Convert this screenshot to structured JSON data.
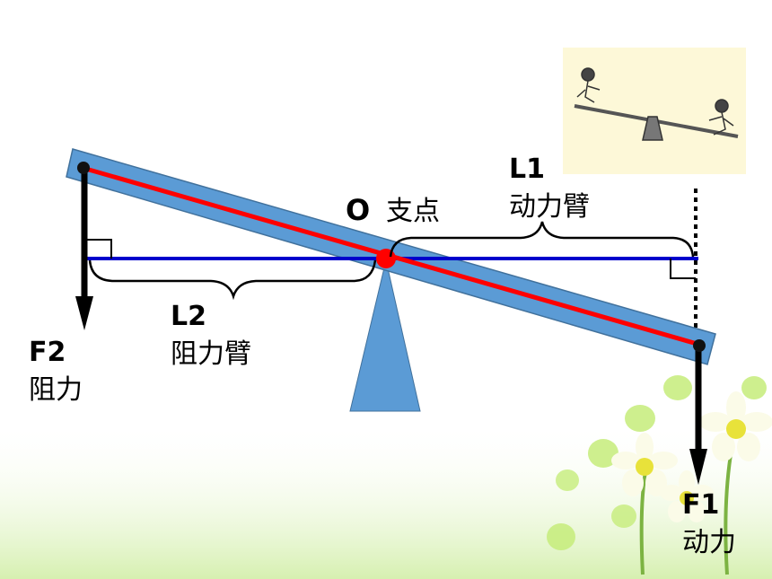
{
  "colors": {
    "lever": "#5b9bd5",
    "lever_stroke": "#41719c",
    "moment_line": "#ff0000",
    "horizontal_line": "#0000cc",
    "fulcrum": "#5b9bd5",
    "arrow": "#000000",
    "inset_bg": "#fdf8d8",
    "ground_green": "#d6f0b0"
  },
  "labels": {
    "fulcrum_letter": "O",
    "fulcrum_name": "支点",
    "effort_arm_symbol": "L1",
    "effort_arm_name": "动力臂",
    "resistance_arm_symbol": "L2",
    "resistance_arm_name": "阻力臂",
    "resistance_force_symbol": "F2",
    "resistance_force_name": "阻力",
    "effort_force_symbol": "F1",
    "effort_force_name": "动力"
  },
  "inset": {
    "subject": "seesaw-illustration"
  }
}
